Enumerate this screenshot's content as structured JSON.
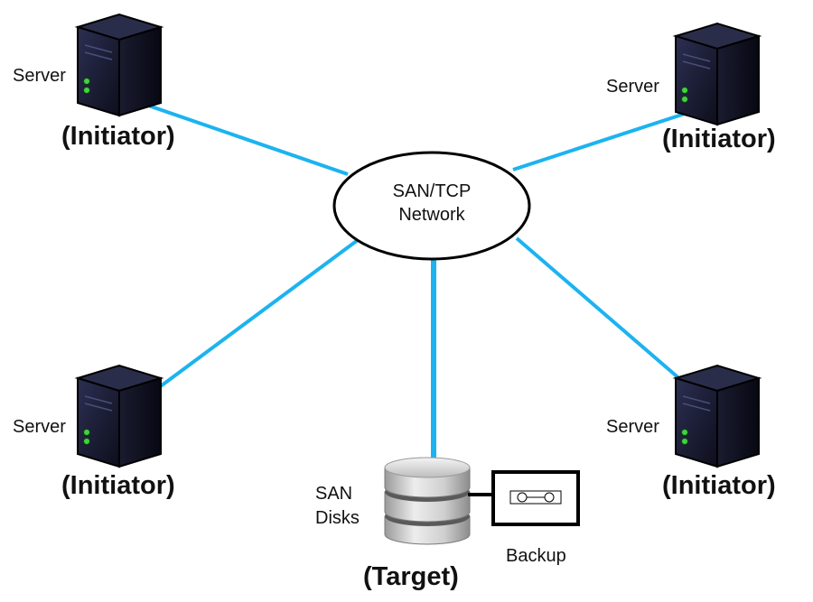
{
  "network": {
    "line1": "SAN/TCP",
    "line2": "Network"
  },
  "servers": [
    {
      "label": "Server",
      "role": "(Initiator)"
    },
    {
      "label": "Server",
      "role": "(Initiator)"
    },
    {
      "label": "Server",
      "role": "(Initiator)"
    },
    {
      "label": "Server",
      "role": "(Initiator)"
    }
  ],
  "target": {
    "label_line1": "SAN",
    "label_line2": "Disks",
    "role": "(Target)"
  },
  "backup": {
    "label": "Backup"
  },
  "colors": {
    "link": "#1cb3f0",
    "server_body": "#1b1d33",
    "led": "#3fd43f"
  }
}
